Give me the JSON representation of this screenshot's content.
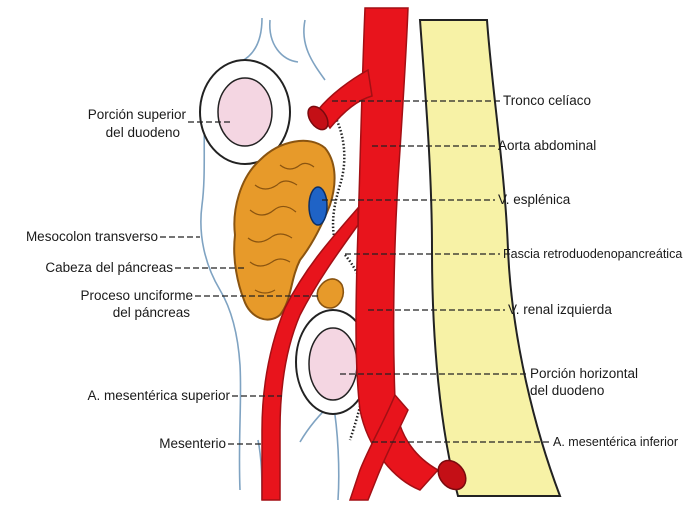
{
  "labels": {
    "duodeno_superior_1": "Porción superior",
    "duodeno_superior_2": "del duodeno",
    "mesocolon": "Mesocolon transverso",
    "cabeza_pancreas": "Cabeza del páncreas",
    "unciforme_1": "Proceso unciforme",
    "unciforme_2": "del páncreas",
    "mesenterica_superior": "A. mesentérica superior",
    "mesenterio": "Mesenterio",
    "tronco_celiaco": "Tronco celíaco",
    "aorta": "Aorta abdominal",
    "v_esplenica": "V. esplénica",
    "fascia": "Fascia retroduodenopancreática",
    "v_renal": "V. renal izquierda",
    "duodeno_horizontal_1": "Porción horizontal",
    "duodeno_horizontal_2": "del duodeno",
    "mesenterica_inferior": "A. mesentérica inferior"
  },
  "colors": {
    "artery": "#e8141c",
    "artery_dark": "#a30f14",
    "vein": "#1f63c6",
    "pancreas": "#e79a2a",
    "pancreas_dark": "#8a5410",
    "duodenum": "#f4d6e2",
    "spine": "#f7f2a6",
    "outline": "#7fa3c2"
  }
}
